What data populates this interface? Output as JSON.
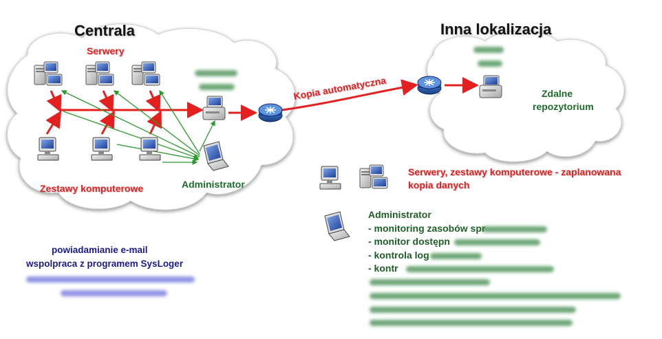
{
  "titles": {
    "left": "Centrala",
    "right": "Inna lokalizacja"
  },
  "labels": {
    "servers": "Serwery",
    "workstations": "Zestawy komputerowe",
    "admin": "Administrator",
    "link": "Kopia automatyczna",
    "remote_repo_1": "Zdalne",
    "remote_repo_2": "repozytorium"
  },
  "legend": {
    "servers_line1": "Serwery, zestawy komputerowe - zaplanowana",
    "servers_line2": "kopia danych",
    "admin_title": "Administrator",
    "admin_items": [
      "- monitoring zasobów spr",
      "- monitor dostępn",
      "- kontrola log",
      "- kontr"
    ]
  },
  "notes": {
    "line1": "powiadamianie e-mail",
    "line2": "wspolpraca z programem SysLoger"
  },
  "colors": {
    "red": "#e32020",
    "green_dark": "#1d6b2a",
    "blue_dark": "#1a1a8c",
    "router": "#1f4f9c"
  },
  "icons": [
    "server-icon",
    "workstation-icon",
    "laptop-icon",
    "router-icon",
    "backup-device-icon",
    "cloud-shape"
  ]
}
